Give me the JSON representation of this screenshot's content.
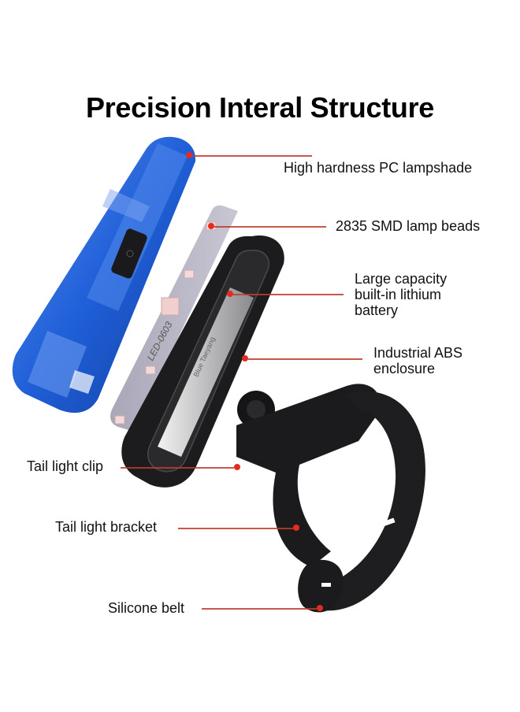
{
  "title": "Precision Interal Structure",
  "product": "bicycle tail light exploded view",
  "colors": {
    "lampshade_blue": "#1f5fd8",
    "leader_red": "#c0392b",
    "dot_red": "#e32b1e",
    "pcb_gray": "#b9b6c4",
    "enclosure_black": "#1c1c1e"
  },
  "pcb_text": "LED-0603",
  "battery_text": "Blue Taeyang",
  "callouts": [
    {
      "id": "lampshade",
      "label": "High hardness PC lampshade"
    },
    {
      "id": "lamp-beads",
      "label": "2835 SMD lamp beads"
    },
    {
      "id": "battery",
      "label": "Large capacity built-in lithium battery",
      "lines": [
        "Large capacity",
        "built-in lithium",
        "battery"
      ]
    },
    {
      "id": "enclosure",
      "label": "Industrial ABS enclosure",
      "lines": [
        "Industrial ABS",
        "enclosure"
      ]
    },
    {
      "id": "clip",
      "label": "Tail light clip"
    },
    {
      "id": "bracket",
      "label": "Tail light bracket"
    },
    {
      "id": "belt",
      "label": "Silicone belt"
    }
  ]
}
